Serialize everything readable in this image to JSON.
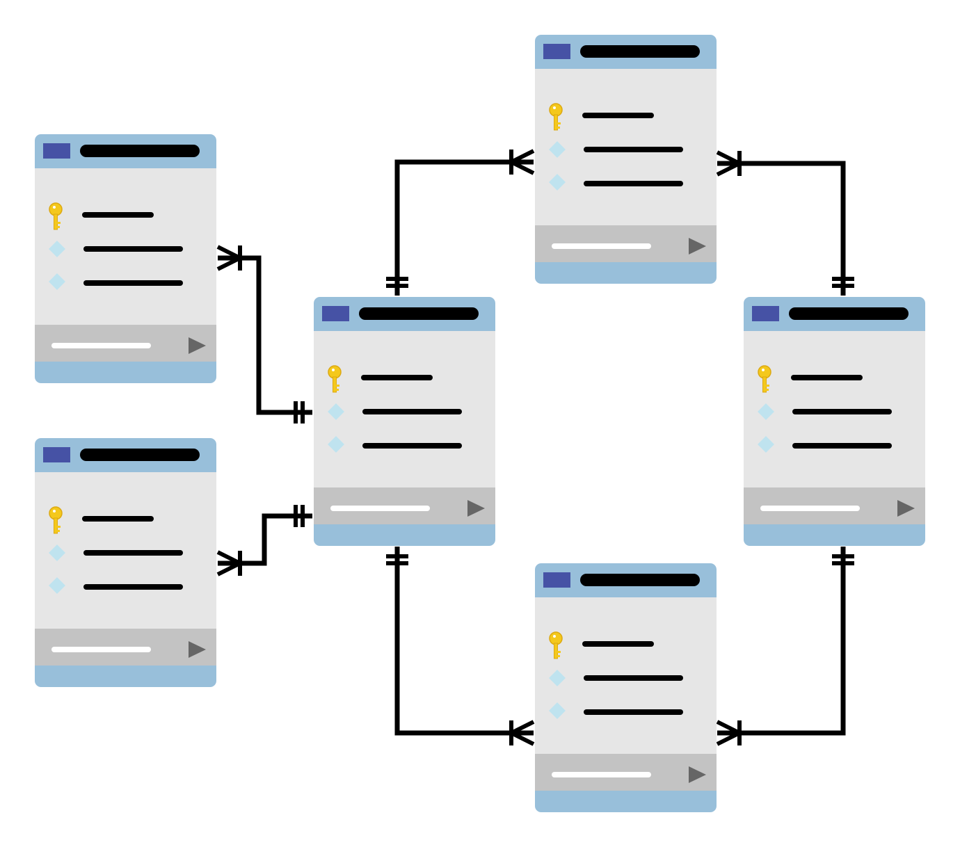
{
  "colors": {
    "header": "#98bfda",
    "header_chip": "#4652a5",
    "body": "#e6e6e6",
    "footer": "#c3c3c3",
    "footer_bar": "#ffffff",
    "play_arrow": "#666666",
    "field_line": "#000000",
    "diamond": "#bfe3ef",
    "key": "#f4c81c",
    "key_outline": "#dca912",
    "connector": "#000000",
    "background": "#ffffff"
  },
  "icons": {
    "primary_key": "key-icon",
    "field": "diamond-icon",
    "table": "square-chip-icon",
    "footer_action": "play-arrow-icon"
  },
  "tables": [
    {
      "id": "table-left-top"
    },
    {
      "id": "table-left-bottom"
    },
    {
      "id": "table-center"
    },
    {
      "id": "table-top-right"
    },
    {
      "id": "table-right"
    },
    {
      "id": "table-bottom-right"
    }
  ],
  "relationships": [
    {
      "id": "rel-left-top-to-center",
      "from": "table-left-top",
      "from_end": "one-or-many",
      "to": "table-center",
      "to_end": "one-and-only-one"
    },
    {
      "id": "rel-left-bottom-to-center",
      "from": "table-left-bottom",
      "from_end": "one-or-many",
      "to": "table-center",
      "to_end": "one-and-only-one"
    },
    {
      "id": "rel-center-to-top-right",
      "from": "table-center",
      "from_end": "one-and-only-one",
      "to": "table-top-right",
      "to_end": "one-or-many"
    },
    {
      "id": "rel-top-right-to-right",
      "from": "table-top-right",
      "from_end": "one-or-many",
      "to": "table-right",
      "to_end": "one-and-only-one"
    },
    {
      "id": "rel-center-to-bottom-right",
      "from": "table-center",
      "from_end": "one-and-only-one",
      "to": "table-bottom-right",
      "to_end": "one-or-many"
    },
    {
      "id": "rel-right-to-bottom-right",
      "from": "table-right",
      "from_end": "one-and-only-one",
      "to": "table-bottom-right",
      "to_end": "one-or-many"
    }
  ]
}
